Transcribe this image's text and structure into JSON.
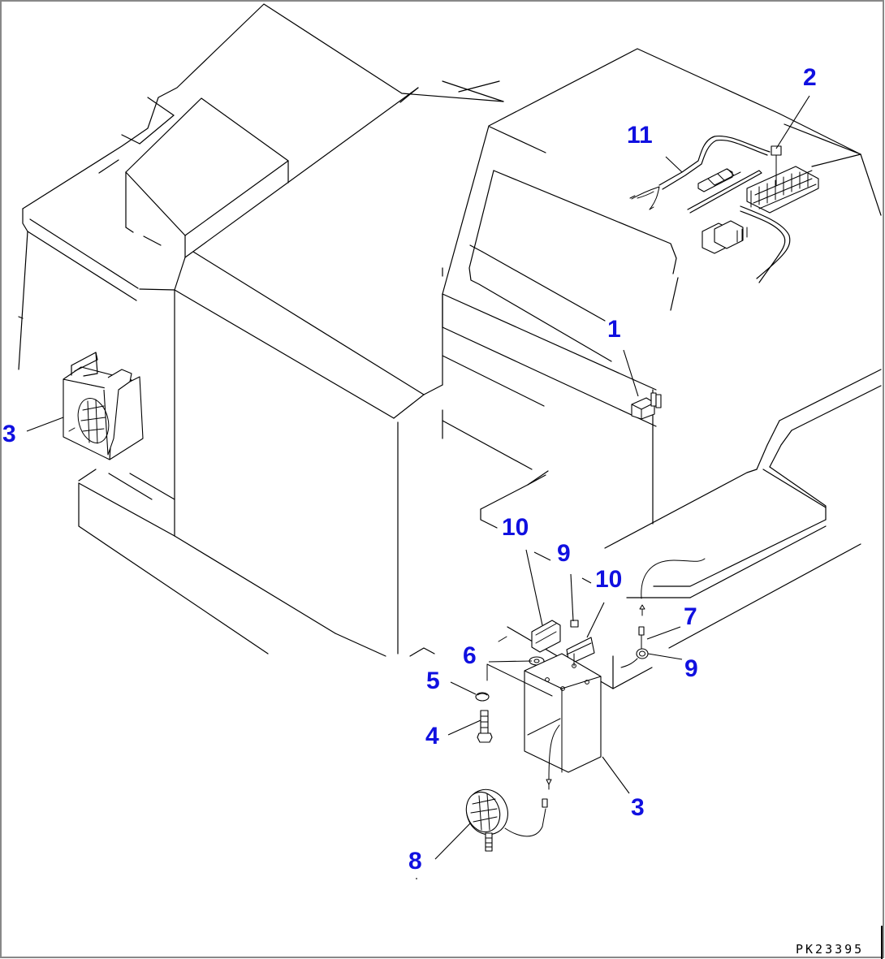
{
  "drawing": {
    "type": "exploded-parts-diagram",
    "drawing_code": "PK23395",
    "callout_color": "#1010e0",
    "line_color": "#000000"
  },
  "callouts": [
    {
      "id": "c1",
      "label": "1",
      "part": "switch"
    },
    {
      "id": "c2",
      "label": "2",
      "part": "relay-fuse-block"
    },
    {
      "id": "c3a",
      "label": "3",
      "part": "lamp-bracket-left"
    },
    {
      "id": "c3b",
      "label": "3",
      "part": "lamp-bracket"
    },
    {
      "id": "c4",
      "label": "4",
      "part": "bolt"
    },
    {
      "id": "c5",
      "label": "5",
      "part": "spring-washer"
    },
    {
      "id": "c6",
      "label": "6",
      "part": "washer"
    },
    {
      "id": "c7",
      "label": "7",
      "part": "connector"
    },
    {
      "id": "c8",
      "label": "8",
      "part": "work-lamp"
    },
    {
      "id": "c9a",
      "label": "9",
      "part": "grommet"
    },
    {
      "id": "c9b",
      "label": "9",
      "part": "grommet"
    },
    {
      "id": "c10a",
      "label": "10",
      "part": "clip"
    },
    {
      "id": "c10b",
      "label": "10",
      "part": "clip"
    },
    {
      "id": "c11",
      "label": "11",
      "part": "wiring-harness"
    }
  ]
}
